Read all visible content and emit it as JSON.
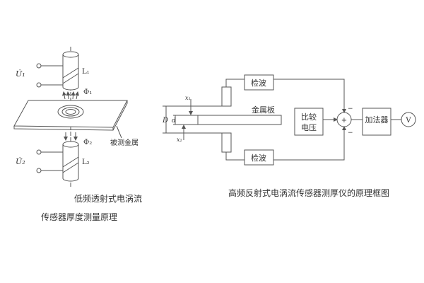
{
  "left_diagram": {
    "u1": "U̇₁",
    "u2": "U̇₂",
    "l1": "L₁",
    "l2": "L₂",
    "phi1": "Φ₁",
    "phi2": "Φ₂",
    "metal_label": "被测金属",
    "caption_line1": "低频透射式电涡流",
    "caption_line2": "传感器厚度测量原理"
  },
  "right_diagram": {
    "detector_top": "检波",
    "detector_bottom": "检波",
    "plate_label": "金属板",
    "compare_line1": "比较",
    "compare_line2": "电压",
    "adder": "加法器",
    "summer_sign": "+",
    "minus_top": "−",
    "minus_bottom": "−",
    "meter": "V",
    "dim_D": "D",
    "dim_d": "d",
    "dim_x1": "x₁",
    "dim_x2": "x₂",
    "caption": "高频反射式电涡流传感器测厚仪的原理框图"
  }
}
